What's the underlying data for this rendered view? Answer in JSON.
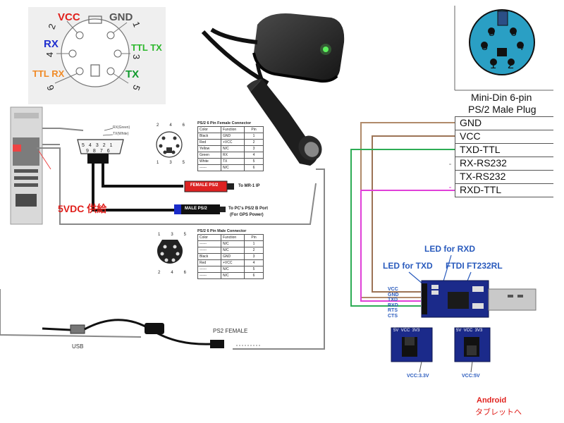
{
  "pinout": {
    "labels": {
      "vcc": "VCC",
      "gnd": "GND",
      "rx": "RX",
      "ttl_tx": "TTL TX",
      "ttl_rx": "TTL RX",
      "tx": "TX"
    },
    "numbers": [
      "2",
      "1",
      "4",
      "3",
      "6",
      "5"
    ],
    "colors": {
      "vcc": "#e0201c",
      "gnd": "#555555",
      "rx": "#1f2fcf",
      "ttl_tx": "#2db82d",
      "ttl_rx": "#f08a26",
      "tx": "#119a2d"
    }
  },
  "wiring": {
    "db9_pins_top": [
      "5",
      "4",
      "3",
      "2",
      "1"
    ],
    "db9_pins_bottom": [
      "9",
      "8",
      "7",
      "6"
    ],
    "db9_rx": "RX(Green)",
    "db9_tx": "TX(White)",
    "female_box": "FEMALE PS/2",
    "female_to": "To MR-1 IP",
    "male_box": "MALE PS/2",
    "male_to_line1": "To PC's PS/2 B Port",
    "male_to_line2": "(For GPS Power)",
    "power_label": "5VDC 供給",
    "usb_label": "USB",
    "ps2_female_label": "PS2 FEMALE"
  },
  "female_table": {
    "title": "PS/2 6 Pin Female Connector",
    "header": [
      "Color",
      "Function",
      "Pin"
    ],
    "rows": [
      [
        "Black",
        "GND",
        "1"
      ],
      [
        "Red",
        "+VCC",
        "2"
      ],
      [
        "Yellow",
        "N/C",
        "3"
      ],
      [
        "Green",
        "RX",
        "4"
      ],
      [
        "White",
        "TX",
        "5"
      ],
      [
        "------",
        "N/C",
        "6"
      ]
    ],
    "pin_numbers": [
      "2",
      "4",
      "6",
      "1",
      "3",
      "5"
    ]
  },
  "male_table": {
    "title": "PS/2 6 Pin Male Connector",
    "header": [
      "Color",
      "Function",
      "Pin"
    ],
    "rows": [
      [
        "------",
        "N/C",
        "1"
      ],
      [
        "------",
        "N/C",
        "2"
      ],
      [
        "Black",
        "GND",
        "3"
      ],
      [
        "Red",
        "+VCC",
        "4"
      ],
      [
        "------",
        "N/C",
        "5"
      ],
      [
        "------",
        "N/C",
        "6"
      ]
    ],
    "pin_numbers": [
      "1",
      "3",
      "5",
      "2",
      "4",
      "6"
    ]
  },
  "minidin": {
    "pins": [
      "5",
      "6",
      "3",
      "4",
      "1",
      "2"
    ],
    "title_line1": "Mini-Din 6-pin",
    "title_line2": "PS/2 Male Plug",
    "rows": [
      "GND",
      "VCC",
      "TXD-TTL",
      "RX-RS232",
      "TX-RS232",
      "RXD-TTL"
    ]
  },
  "ftdi": {
    "led_rxd": "LED for RXD",
    "led_txd": "LED for TXD",
    "chip": "FTDI FT232RL",
    "pins": [
      "VCC",
      "GND",
      "TXD",
      "RXD",
      "RTS",
      "CTS"
    ],
    "jumper_header": "5V  VCC  3V3",
    "jumper_33": "VCC:3.3V",
    "jumper_5": "VCC:5V"
  },
  "android": {
    "line1": "Android",
    "line2": "タブレットへ"
  }
}
